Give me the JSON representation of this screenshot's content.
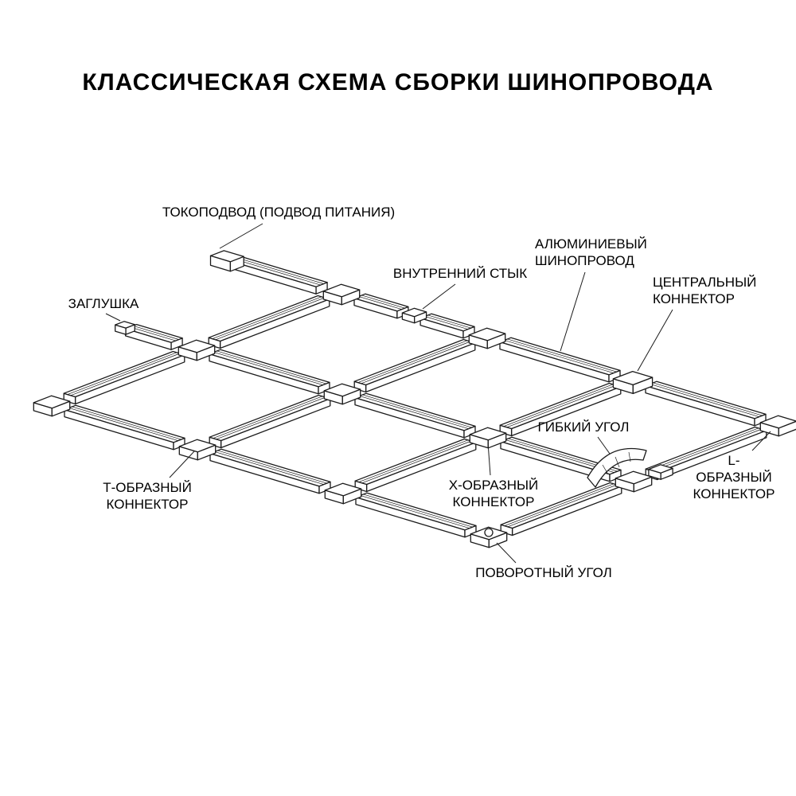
{
  "title": "КЛАССИЧЕСКАЯ СХЕМА СБОРКИ ШИНОПРОВОДА",
  "labels": {
    "power_feed": "ТОКОПОДВОД (ПОДВОД ПИТАНИЯ)",
    "end_cap": "ЗАГЛУШКА",
    "inner_joint": "ВНУТРЕННИЙ СТЫК",
    "aluminum_track": "АЛЮМИНИЕВЫЙ\nШИНОПРОВОД",
    "central_connector": "ЦЕНТРАЛЬНЫЙ\nКОННЕКТОР",
    "flexible_corner": "ГИБКИЙ УГОЛ",
    "l_connector": "L-ОБРАЗНЫЙ\nКОННЕКТОР",
    "t_connector": "Т-ОБРАЗНЫЙ\nКОННЕКТОР",
    "x_connector": "Х-ОБРАЗНЫЙ\nКОННЕКТОР",
    "rotary_corner": "ПОВОРОТНЫЙ УГОЛ"
  },
  "colors": {
    "line": "#1b1b1b",
    "text": "#000000",
    "background": "#ffffff"
  }
}
